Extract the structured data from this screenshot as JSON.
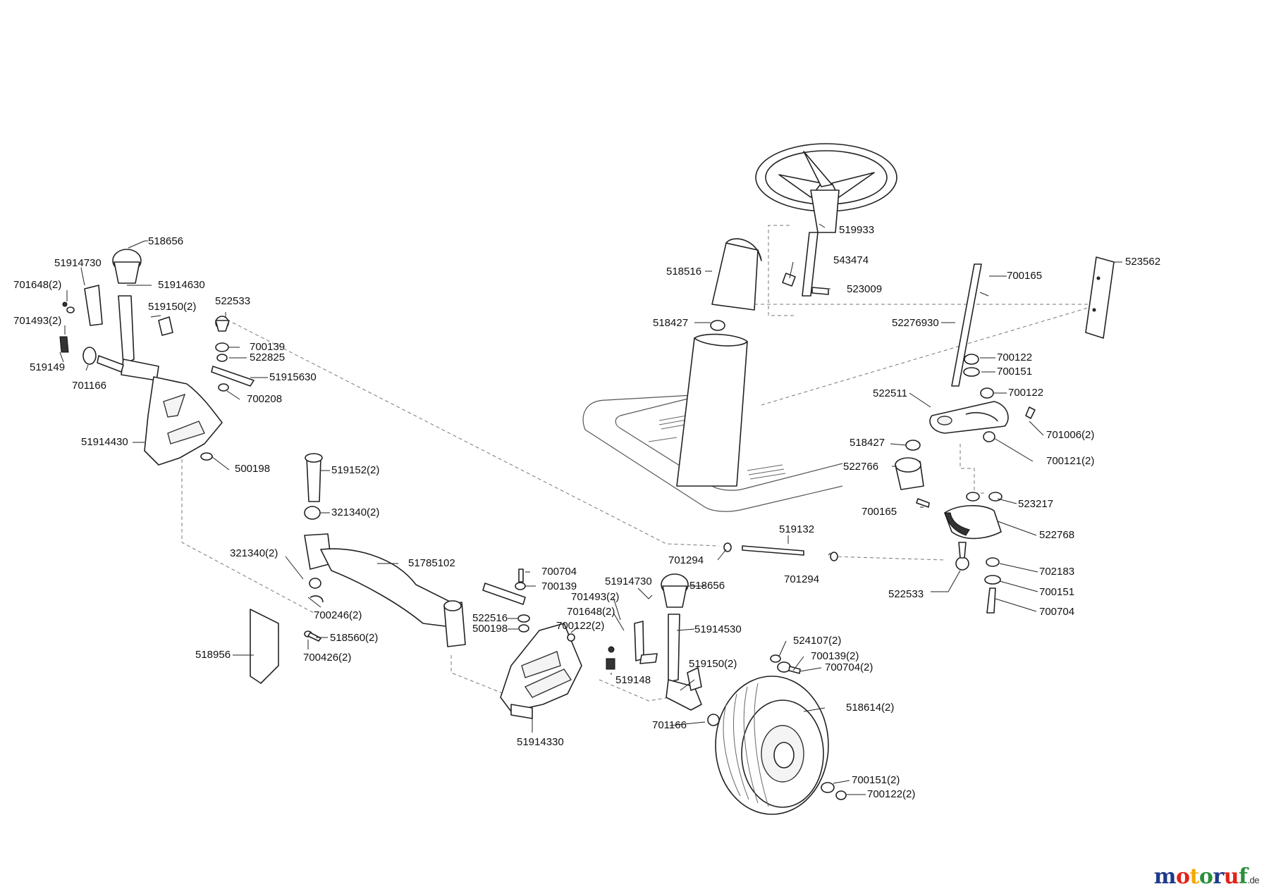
{
  "parts": [
    {
      "number": "518656"
    },
    {
      "number": "51914730"
    },
    {
      "number": "51914630"
    },
    {
      "number": "701648(2)"
    },
    {
      "number": "519150(2)"
    },
    {
      "number": "701493(2)"
    },
    {
      "number": "522533"
    },
    {
      "number": "700139"
    },
    {
      "number": "522825"
    },
    {
      "number": "519149"
    },
    {
      "number": "51915630"
    },
    {
      "number": "701166"
    },
    {
      "number": "700208"
    },
    {
      "number": "51914430"
    },
    {
      "number": "500198"
    },
    {
      "number": "519933"
    },
    {
      "number": "518516"
    },
    {
      "number": "543474"
    },
    {
      "number": "523562"
    },
    {
      "number": "523009"
    },
    {
      "number": "700165"
    },
    {
      "number": "518427"
    },
    {
      "number": "52276930"
    },
    {
      "number": "700122"
    },
    {
      "number": "700151"
    },
    {
      "number": "522511"
    },
    {
      "number": "700122"
    },
    {
      "number": "701006(2)"
    },
    {
      "number": "518427"
    },
    {
      "number": "700121(2)"
    },
    {
      "number": "522766"
    },
    {
      "number": "519152(2)"
    },
    {
      "number": "523217"
    },
    {
      "number": "700165"
    },
    {
      "number": "321340(2)"
    },
    {
      "number": "522768"
    },
    {
      "number": "519132"
    },
    {
      "number": "321340(2)"
    },
    {
      "number": "51785102"
    },
    {
      "number": "701294"
    },
    {
      "number": "702183"
    },
    {
      "number": "701294"
    },
    {
      "number": "700704"
    },
    {
      "number": "522533"
    },
    {
      "number": "700151"
    },
    {
      "number": "51914730"
    },
    {
      "number": "518656"
    },
    {
      "number": "700139"
    },
    {
      "number": "700704"
    },
    {
      "number": "700246(2)"
    },
    {
      "number": "701493(2)"
    },
    {
      "number": "701648(2)"
    },
    {
      "number": "522516"
    },
    {
      "number": "51914530"
    },
    {
      "number": "700122(2)"
    },
    {
      "number": "500198"
    },
    {
      "number": "518560(2)"
    },
    {
      "number": "524107(2)"
    },
    {
      "number": "518956"
    },
    {
      "number": "700426(2)"
    },
    {
      "number": "700139(2)"
    },
    {
      "number": "700704(2)"
    },
    {
      "number": "519148"
    },
    {
      "number": "519150(2)"
    },
    {
      "number": "518614(2)"
    },
    {
      "number": "701166"
    },
    {
      "number": "51914330"
    },
    {
      "number": "700151(2)"
    },
    {
      "number": "700122(2)"
    }
  ],
  "watermark": {
    "text": "motoruf",
    "tld": ".de",
    "colors": [
      "#1f3a8a",
      "#e2231a",
      "#f2a900",
      "#2a8f3c",
      "#1f3a8a",
      "#e2231a",
      "#2a8f3c"
    ]
  }
}
